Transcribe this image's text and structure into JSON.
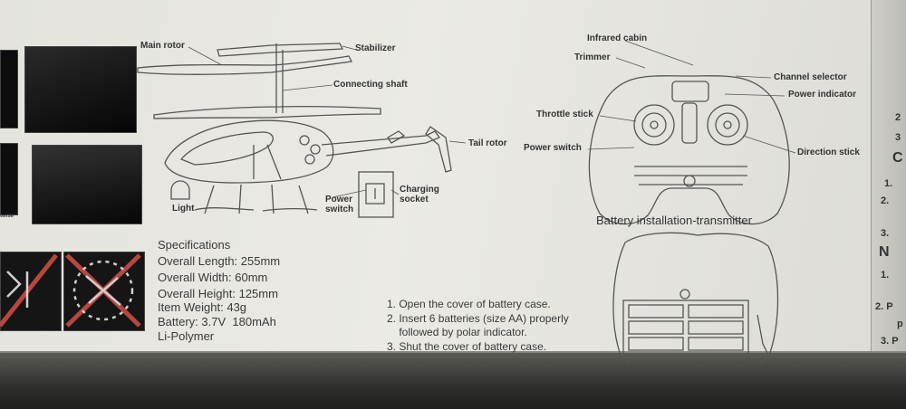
{
  "left_edge_fragment": "twise",
  "helicopter_labels": {
    "main_rotor": "Main rotor",
    "stabilizer": "Stabilizer",
    "connecting_shaft": "Connecting shaft",
    "tail_rotor": "Tail rotor",
    "light": "Light",
    "power_switch": "Power\nswitch",
    "charging_socket": "Charging\nsocket"
  },
  "specifications": {
    "heading": "Specifications",
    "lines": [
      "Overall Length: 255mm",
      "Overall Width: 60mm",
      "Overall Height: 125mm",
      "Item Weight: 43g",
      "Battery: 3.7V  180mAh",
      "Li-Polymer"
    ]
  },
  "transmitter_labels": {
    "infrared_cabin": "Infrared cabin",
    "trimmer": "Trimmer",
    "channel_selector": "Channel selector",
    "power_indicator": "Power indicator",
    "throttle_stick": "Throttle stick",
    "power_switch": "Power switch",
    "direction_stick": "Direction stick"
  },
  "battery_installation": {
    "heading": "Battery installation-transmitter",
    "steps": [
      "1. Open the cover of battery case.",
      "2. Insert 6 batteries (size AA) properly",
      "    followed by polar indicator.",
      "3. Shut the cover of battery case."
    ]
  },
  "right_edge_fragments": [
    "2",
    "3",
    "C",
    "1.",
    "2.",
    "3.",
    "N",
    "1.",
    "2. P",
    "p",
    "3. P"
  ],
  "colors": {
    "box": "#e8e7e2",
    "ink": "#333333",
    "background": "#2e2f2b"
  }
}
